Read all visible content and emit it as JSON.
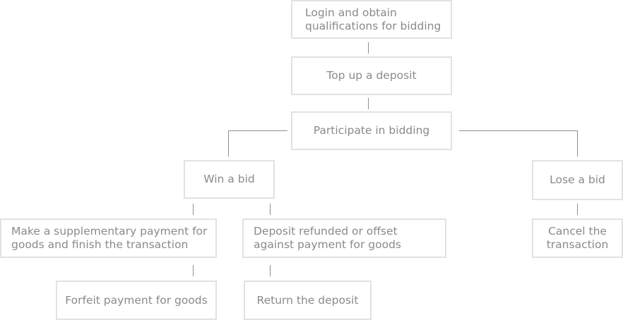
{
  "diagram": {
    "nodes": {
      "login": "Login and obtain qualifications for bidding",
      "topup": "Top up a deposit",
      "participate": "Participate in bidding",
      "win": "Win a bid",
      "lose": "Lose a bid",
      "supplementary": "Make a supplementary payment for goods and finish the transaction",
      "refund": "Deposit refunded or offset against payment for goods",
      "cancel": "Cancel the transaction",
      "forfeit": "Forfeit payment for goods",
      "return": "Return the deposit"
    },
    "colors": {
      "border": "#e2e2e2",
      "text": "#8a8a8a",
      "connector": "#8f8f8f"
    }
  }
}
